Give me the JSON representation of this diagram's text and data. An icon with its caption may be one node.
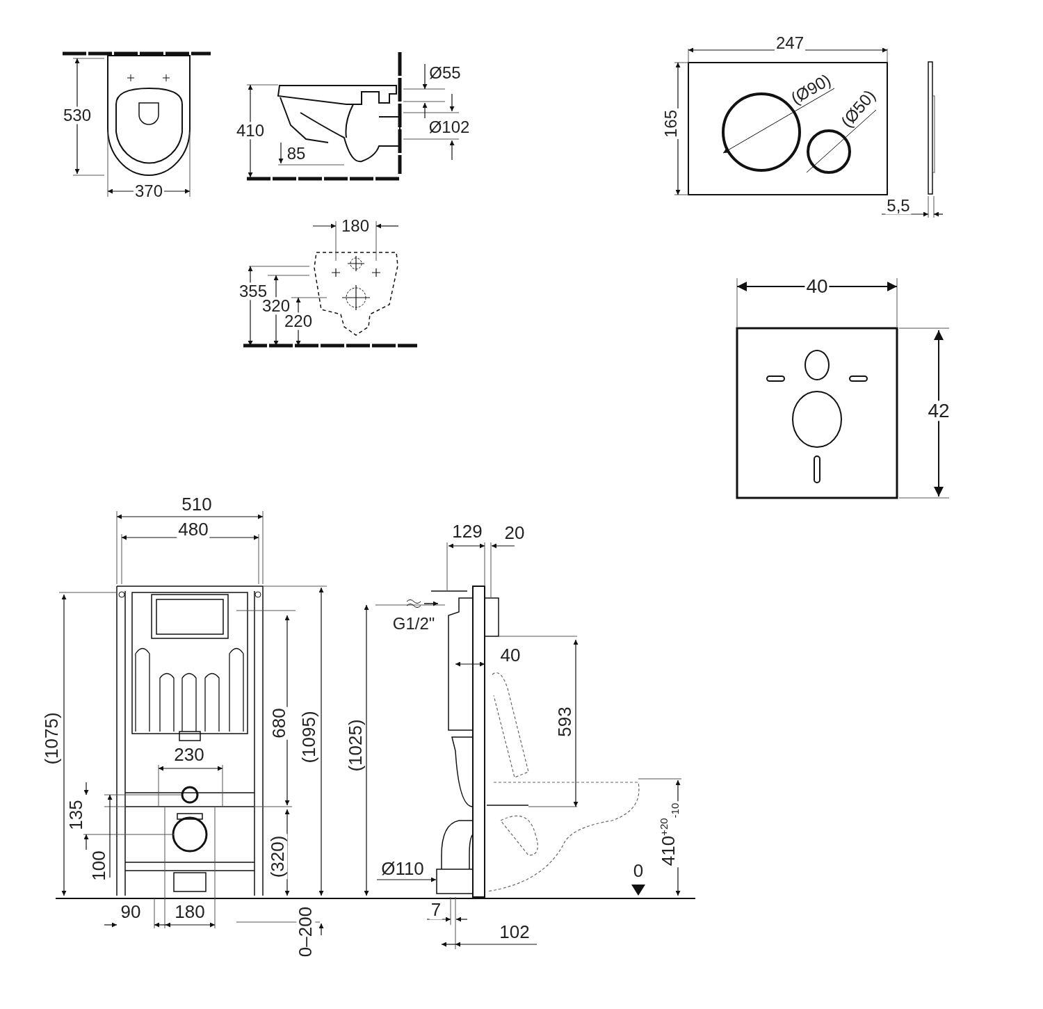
{
  "diagram": {
    "labels": [
      "530",
      "370",
      "410",
      "85",
      "Ø55",
      "Ø102",
      "180",
      "355",
      "320",
      "220",
      "247",
      "165",
      "(Ø90)",
      "(Ø50)",
      "5,5",
      "40",
      "42",
      "510",
      "480",
      "(1075)",
      "680",
      "(1095)",
      "230",
      "135",
      "100",
      "(320)",
      "90",
      "180",
      "0–200",
      "129",
      "20",
      "G1/2\"",
      "(1025)",
      "40",
      "593",
      "Ø110",
      "0",
      "410$^{+20}$$_{-10}$",
      "7",
      "102"
    ]
  }
}
